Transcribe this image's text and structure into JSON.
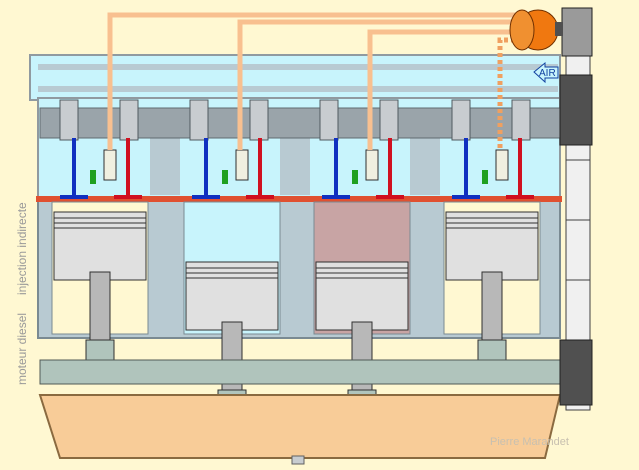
{
  "title_vertical": {
    "line1": "moteur diesel",
    "line2": "injection indirecte"
  },
  "air_label": "AIR",
  "signature": "Pierre Marandet",
  "cylinders": [
    {
      "stroke": "exhaust",
      "fill": "#fff8d2"
    },
    {
      "stroke": "intake",
      "fill": "#c8f4fc"
    },
    {
      "stroke": "compression",
      "fill": "#c8a4a4"
    },
    {
      "stroke": "combustion",
      "fill": "#fff8d2"
    }
  ],
  "colors": {
    "background": "#fff8d2",
    "intake_valve": "#1030c0",
    "exhaust_valve": "#d01020",
    "fuel": "#f8b070",
    "pump": "#f07810",
    "oil": "#f8cc98"
  }
}
